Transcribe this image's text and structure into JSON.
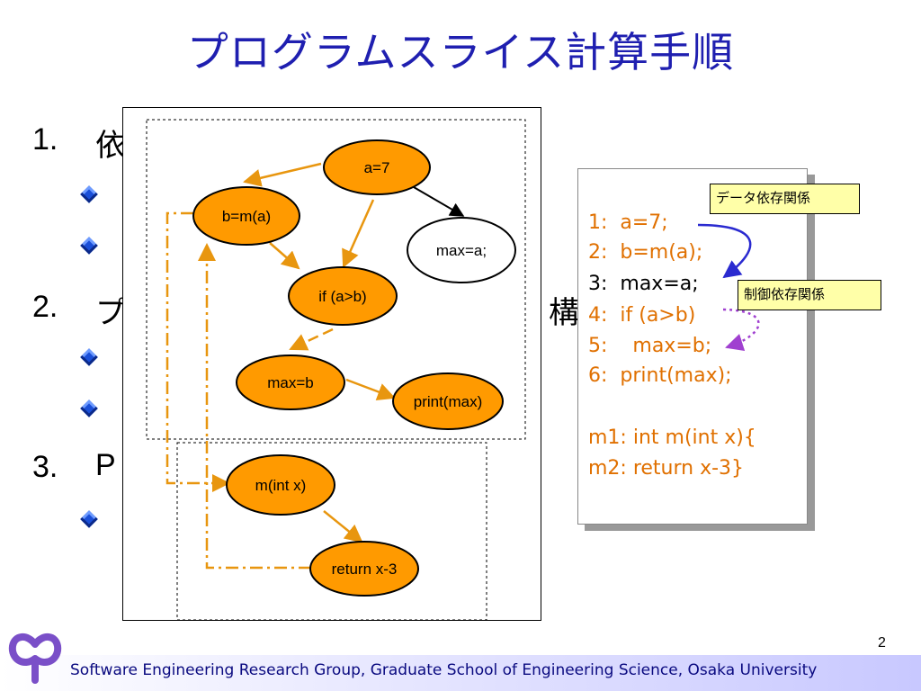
{
  "slide": {
    "title": "プログラムスライス計算手順",
    "page_number": "2",
    "footer": "Software Engineering Research Group, Graduate School of Engineering Science, Osaka University"
  },
  "list": {
    "item1_number": "1.",
    "item1_fragment": "依",
    "item2_number": "2.",
    "item2_fragment": "プ",
    "item2_fragment_right": "構",
    "item3_number": "3.",
    "item3_fragment": "P"
  },
  "graph": {
    "nodes": {
      "a7": "a=7",
      "bma": "b=m(a)",
      "maxa": "max=a;",
      "ifab": "if (a>b)",
      "maxb": "max=b",
      "print": "print(max)",
      "mintx": "m(int x)",
      "ret": "return x-3"
    }
  },
  "code": {
    "lines": [
      "1:  a=7;",
      "2:  b=m(a);",
      "3:  max=a;",
      "4:  if (a>b)",
      "5:    max=b;",
      "6:  print(max);",
      "m1: int m(int x){",
      "m2: return x-3}"
    ],
    "data_dependence_label": "データ依存関係",
    "control_dependence_label": "制御依存関係"
  },
  "colors": {
    "title": "#1f1fb0",
    "node_fill": "#ff9a00",
    "edge_orange": "#e8960f",
    "data_arrow": "#2a2ad0",
    "control_arrow": "#a040d0",
    "callout_bg": "#ffffa8"
  }
}
